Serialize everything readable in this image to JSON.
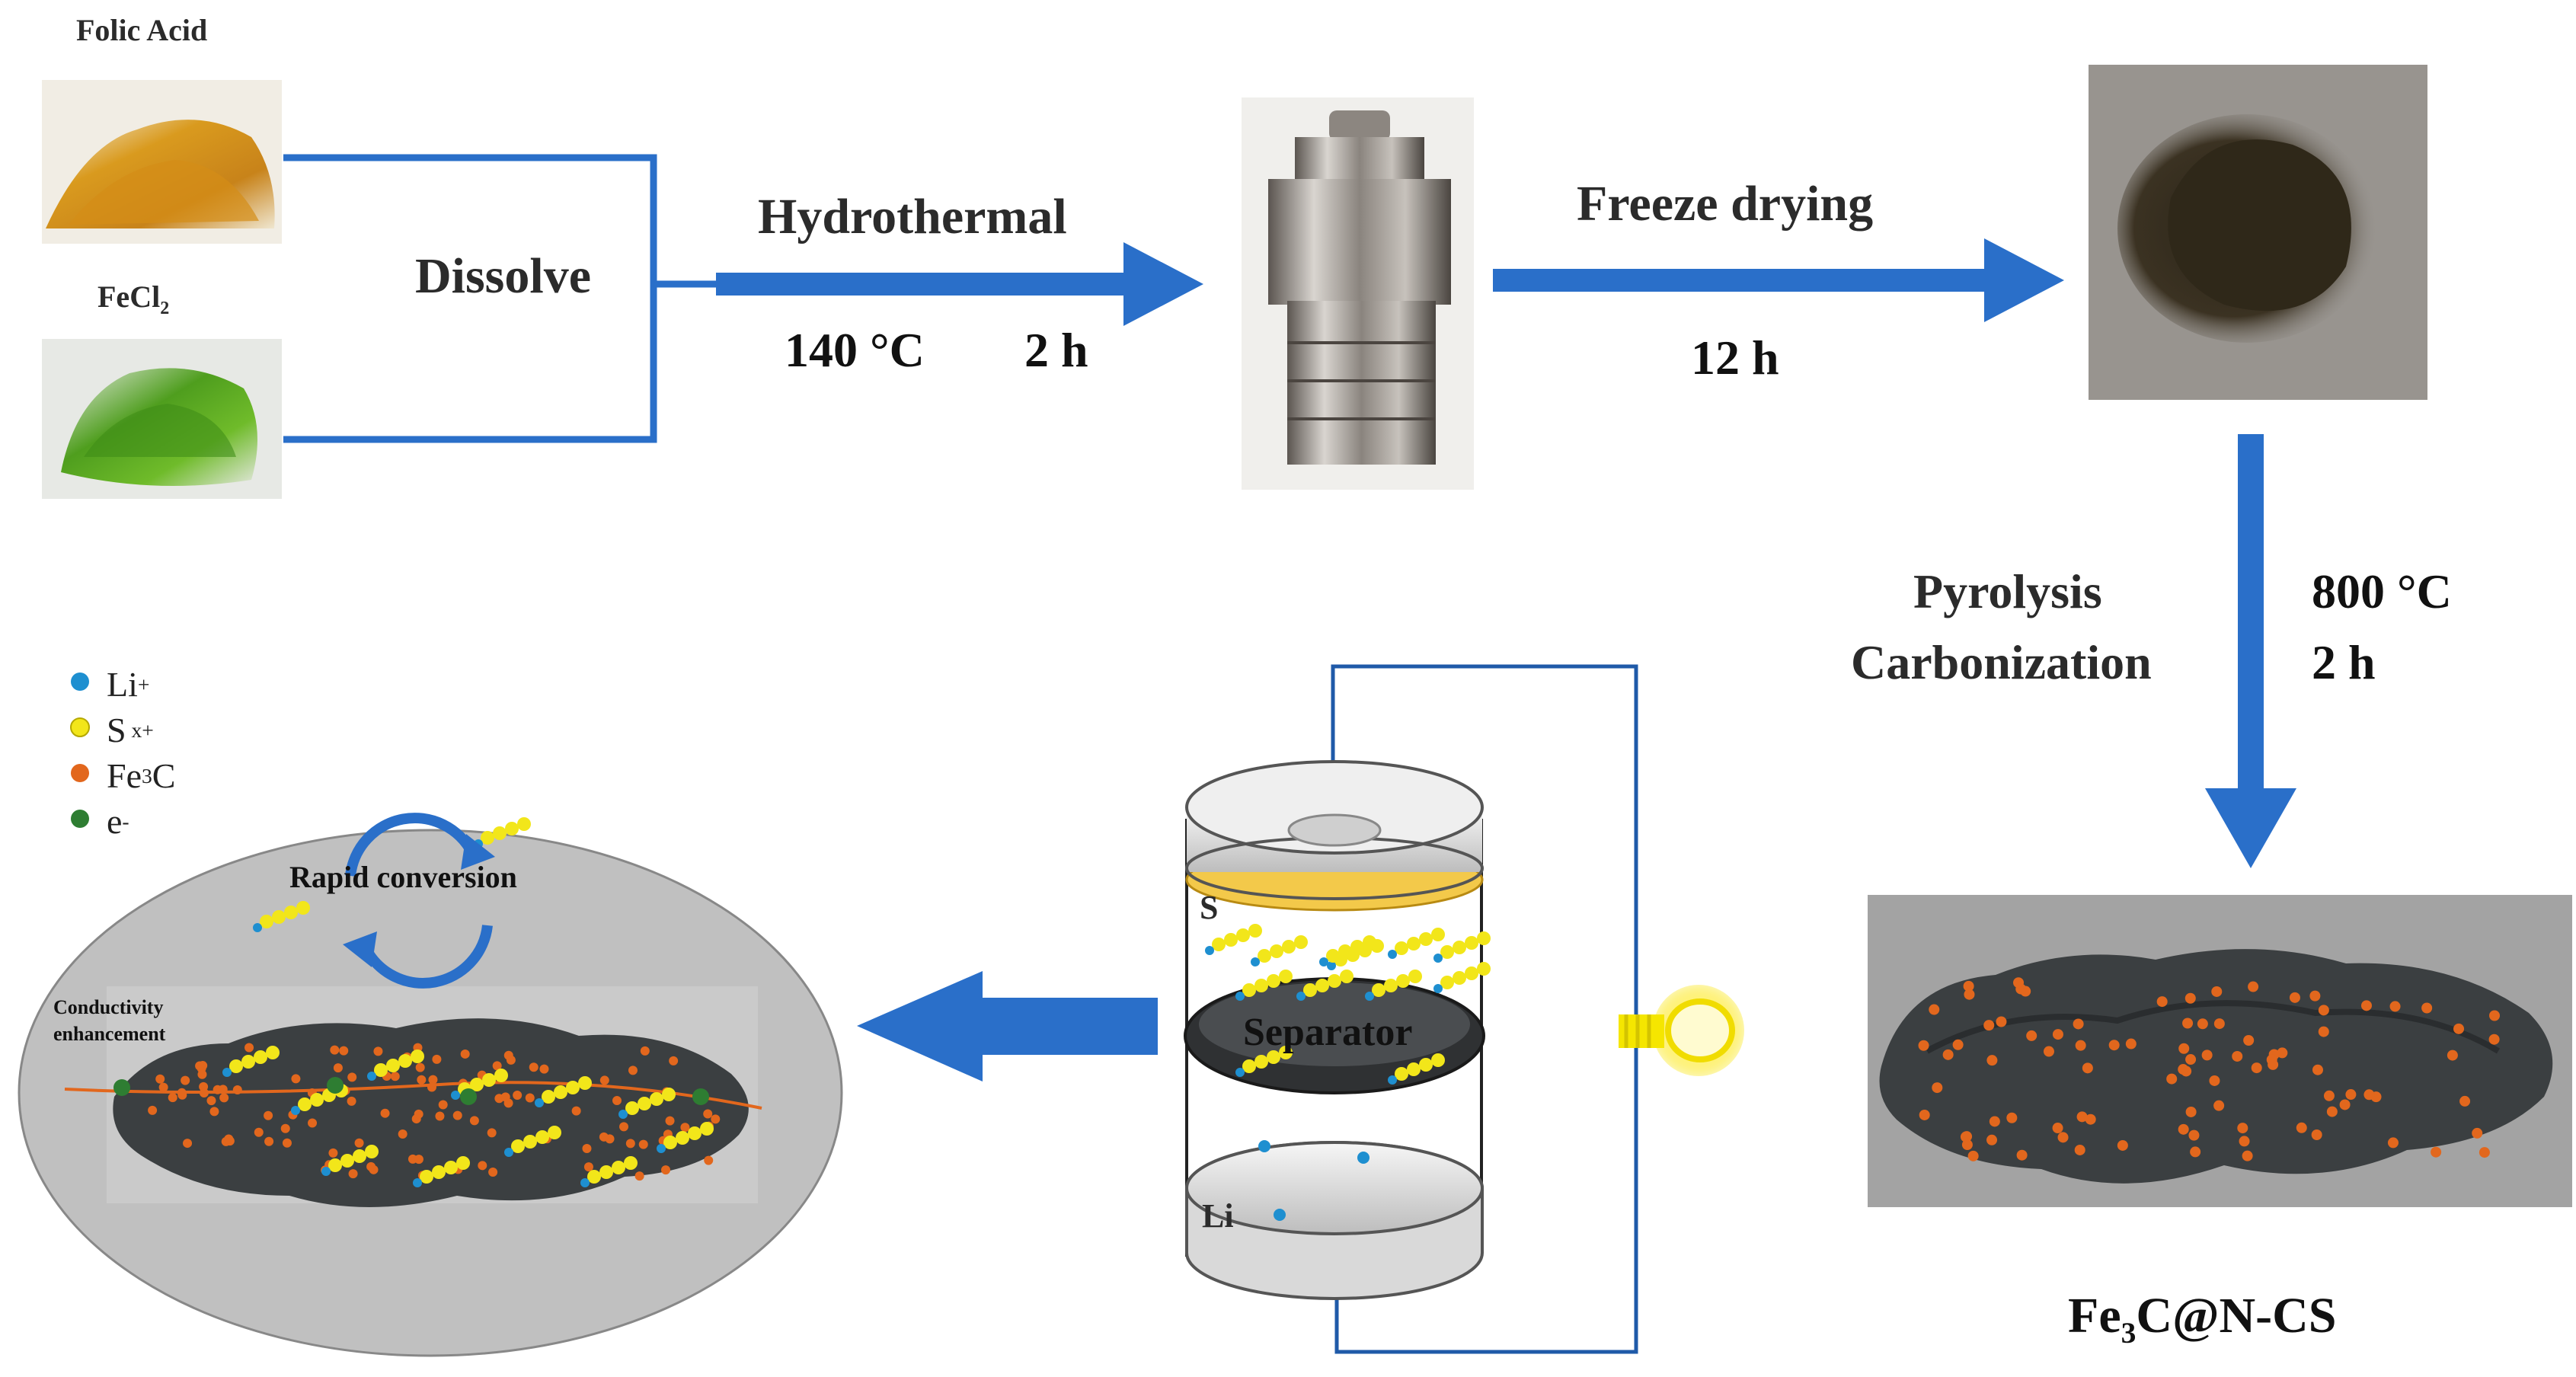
{
  "reactants": {
    "folic_acid": "Folic Acid",
    "fecl2_prefix": "FeCl",
    "fecl2_sub": "2"
  },
  "steps": {
    "dissolve": "Dissolve",
    "hydrothermal": "Hydrothermal",
    "hydro_temp": "140 °C",
    "hydro_time": "2 h",
    "freeze": "Freeze drying",
    "freeze_time": "12 h",
    "pyrolysis": "Pyrolysis",
    "carbonization": "Carbonization",
    "pyro_temp": "800 °C",
    "pyro_time": "2 h"
  },
  "product": {
    "name_pre": "Fe",
    "name_sub": "3",
    "name_post": "C@N-CS"
  },
  "cell": {
    "s_label": "S",
    "separator": "Separator",
    "li_label": "Li"
  },
  "legend": {
    "li": "Li",
    "li_sup": "+",
    "s": "S",
    "s_sup": " x+",
    "fe3c_pre": "Fe",
    "fe3c_sub": "3",
    "fe3c_post": "C",
    "e": "e",
    "e_sup": "-"
  },
  "mechanism": {
    "rapid": "Rapid conversion",
    "conductivity_line1": "Conductivity",
    "conductivity_line2": "enhancement"
  },
  "colors": {
    "arrow_blue": "#2a6fc9",
    "wire_blue": "#1f5aa8",
    "li_ion": "#1e8fd0",
    "sulfur": "#f2e61a",
    "fe3c": "#e2671d",
    "electron": "#2e7d32",
    "carbon": "#3b3f41"
  }
}
